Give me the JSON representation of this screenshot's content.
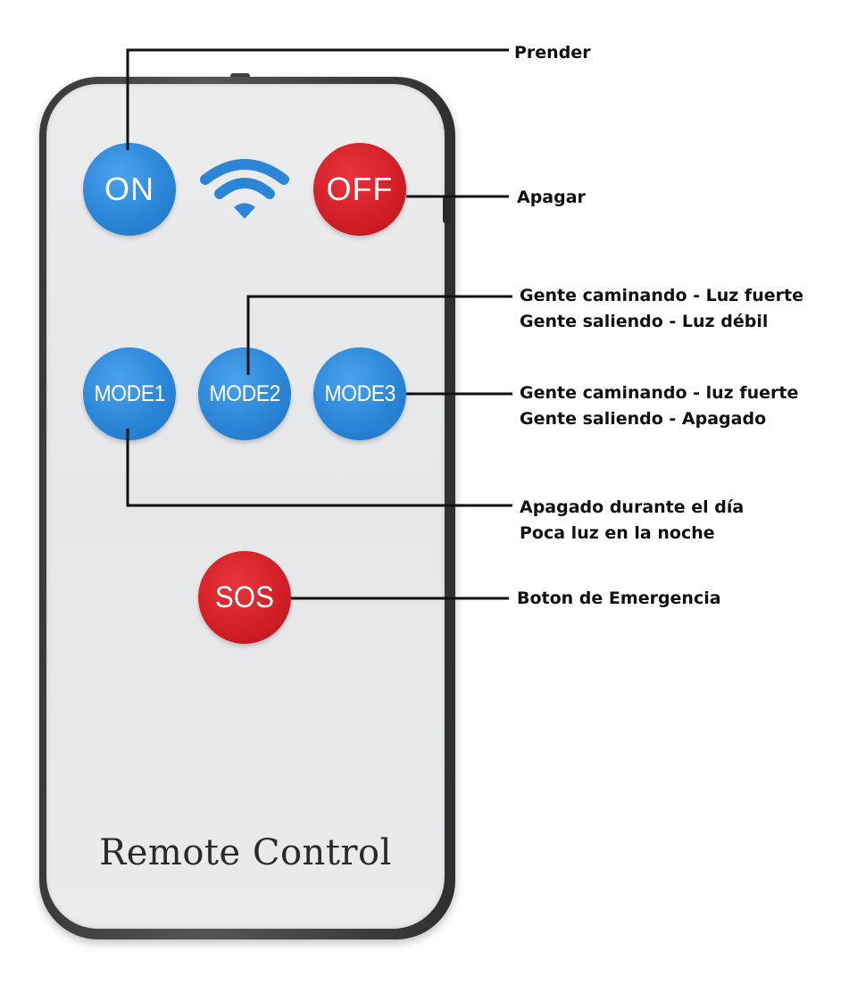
{
  "remote": {
    "title": "Remote Control",
    "buttons": {
      "on": {
        "label": "ON",
        "color": "#2b86d8"
      },
      "off": {
        "label": "OFF",
        "color": "#d11e26"
      },
      "mode1": {
        "label": "MODE1",
        "color": "#2b86d8"
      },
      "mode2": {
        "label": "MODE2",
        "color": "#2b86d8"
      },
      "mode3": {
        "label": "MODE3",
        "color": "#2b86d8"
      },
      "sos": {
        "label": "SOS",
        "color": "#d11e26"
      }
    },
    "signal_icon": "wifi-icon"
  },
  "callouts": {
    "on": {
      "lines": [
        "Prender"
      ]
    },
    "off": {
      "lines": [
        "Apagar"
      ]
    },
    "mode2": {
      "lines": [
        "Gente caminando - Luz fuerte",
        "Gente saliendo - Luz débil"
      ]
    },
    "mode3": {
      "lines": [
        "Gente caminando - luz fuerte",
        "Gente saliendo - Apagado"
      ]
    },
    "mode1": {
      "lines": [
        "Apagado durante el día",
        "Poca luz en la noche"
      ]
    },
    "sos": {
      "lines": [
        "Boton de Emergencia"
      ]
    }
  }
}
